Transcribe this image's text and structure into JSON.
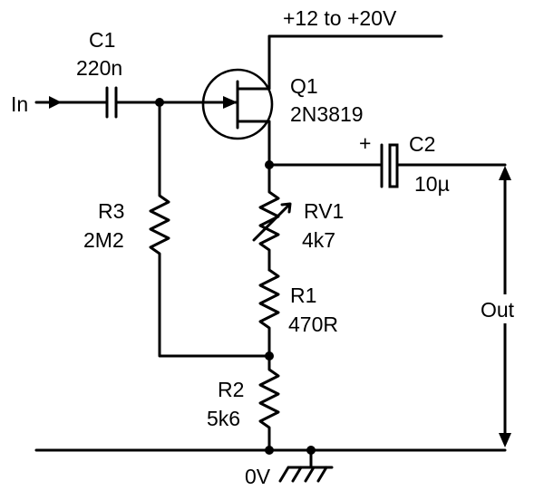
{
  "supply": "+12 to +20V",
  "input": "In",
  "output": "Out",
  "ground": "0V",
  "components": {
    "c1": {
      "ref": "C1",
      "value": "220n"
    },
    "c2": {
      "ref": "C2",
      "value": "10µ",
      "polarity": "+"
    },
    "q1": {
      "ref": "Q1",
      "value": "2N3819"
    },
    "r1": {
      "ref": "R1",
      "value": "470R"
    },
    "r2": {
      "ref": "R2",
      "value": "5k6"
    },
    "r3": {
      "ref": "R3",
      "value": "2M2"
    },
    "rv1": {
      "ref": "RV1",
      "value": "4k7"
    }
  }
}
